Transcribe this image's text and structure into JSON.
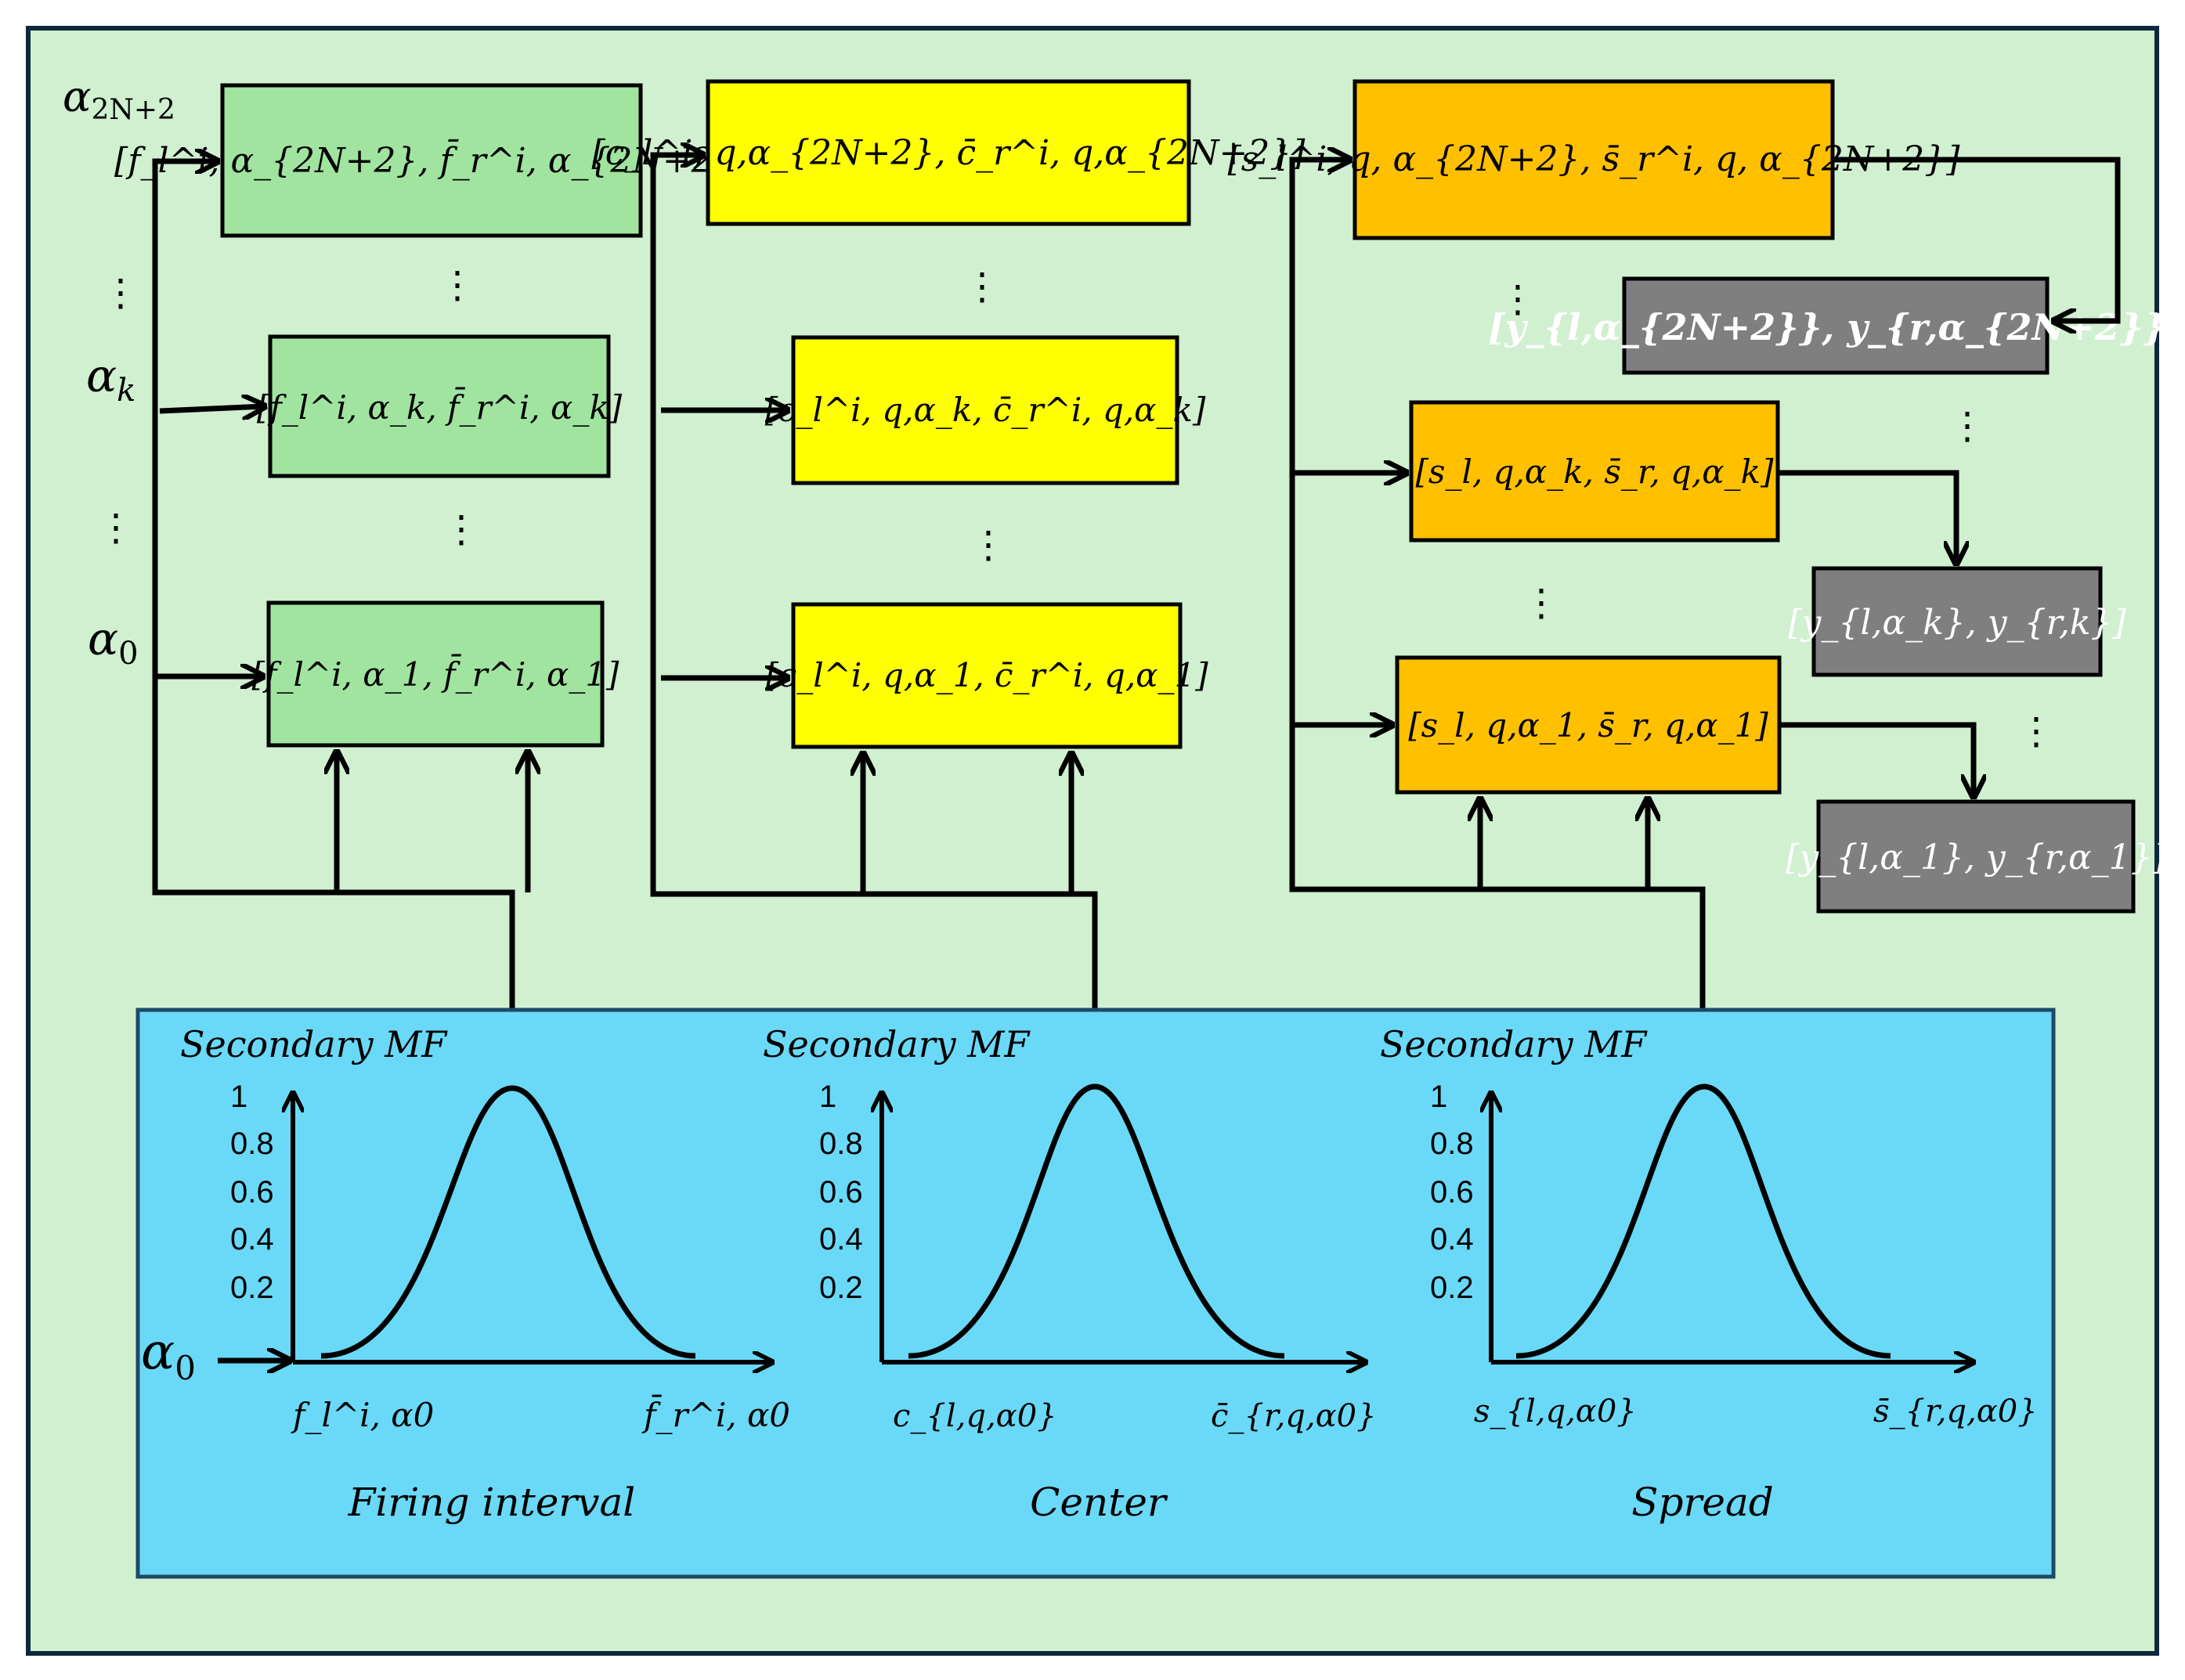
{
  "colors": {
    "canvas_bg": "#d0f0d0",
    "canvas_border": "#10283c",
    "firing_box": "#a0e4a0",
    "center_box": "#ffff00",
    "spread_box": "#ffc000",
    "output_box": "#7f7f7f",
    "output_text": "#ffffff",
    "panel_bg": "#6ad9f7",
    "panel_border": "#1d4a66",
    "line": "#000000"
  },
  "alpha_labels": {
    "top": "α",
    "top_sub": "2N+2",
    "mid": "α",
    "mid_sub": "k",
    "bottom": "α",
    "bottom_sub": "0",
    "dots": "⋮"
  },
  "firing_boxes": [
    {
      "row": "top",
      "text": "[f_l^i, α_{2N+2}, f̄_r^i, α_{2N+2}]"
    },
    {
      "row": "mid",
      "text": "[f_l^i, α_k, f̄_r^i, α_k]"
    },
    {
      "row": "bottom",
      "text": "[f_l^i, α_1, f̄_r^i, α_1]"
    }
  ],
  "center_boxes": [
    {
      "row": "top",
      "text": "[c_l^i, q,α_{2N+2}, c̄_r^i, q,α_{2N+2}]"
    },
    {
      "row": "mid",
      "text": "[c_l^i, q,α_k, c̄_r^i, q,α_k]"
    },
    {
      "row": "bottom",
      "text": "[c_l^i, q,α_1, c̄_r^i, q,α_1]"
    }
  ],
  "spread_boxes": [
    {
      "row": "top",
      "text": "[s_l^i, q, α_{2N+2}, s̄_r^i, q, α_{2N+2}]"
    },
    {
      "row": "mid",
      "text": "[s_l, q,α_k, s̄_r, q,α_k]"
    },
    {
      "row": "bottom",
      "text": "[s_l, q,α_1, s̄_r, q,α_1]"
    }
  ],
  "output_boxes": [
    {
      "row": "top",
      "text": "[y_{l,α_{2N+2}}, y_{r,α_{2N+2}}]"
    },
    {
      "row": "mid",
      "text": "[y_{l,α_k}, y_{r,k}]"
    },
    {
      "row": "bottom",
      "text": "[y_{l,α_1}, y_{r,α_1}]"
    }
  ],
  "panel": {
    "y_label": "Secondary MF",
    "ticks": [
      "1",
      "0.8",
      "0.6",
      "0.4",
      "0.2"
    ],
    "input_alpha": "α",
    "input_alpha_sub": "0",
    "plots": [
      {
        "caption": "Firing interval",
        "left_label": "f_l^i, α0",
        "right_label": "f̄_r^i, α0"
      },
      {
        "caption": "Center",
        "left_label": "c_{l,q,α0}",
        "right_label": "c̄_{r,q,α0}"
      },
      {
        "caption": "Spread",
        "left_label": "s_{l,q,α0}",
        "right_label": "s̄_{r,q,α0}"
      }
    ]
  }
}
